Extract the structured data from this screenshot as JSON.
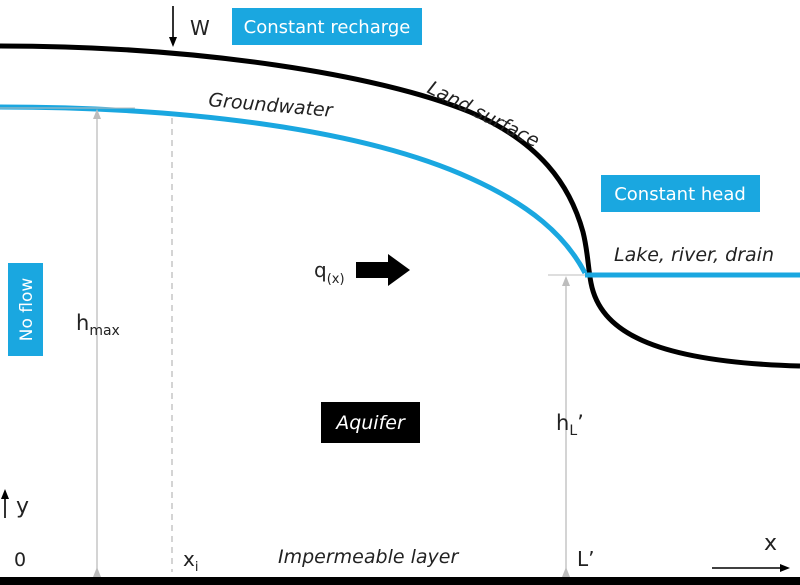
{
  "colors": {
    "groundwater": "#1aa7e0",
    "land": "#000000",
    "guide": "#bdbdbd",
    "box_blue": "#1aa7e0",
    "box_black": "#000000",
    "text": "#222222"
  },
  "labels": {
    "recharge_symbol": "W",
    "constant_recharge": "Constant recharge",
    "land_surface": "Land surface",
    "groundwater": "Groundwater",
    "constant_head": "Constant head",
    "lake_river_drain": "Lake, river, drain",
    "flux_q": "q",
    "flux_q_sub": "(x)",
    "no_flow": "No flow",
    "h_max": "h",
    "h_max_sub": "max",
    "aquifer": "Aquifer",
    "h_L": "h",
    "h_L_sub": "L",
    "h_L_prime": "’",
    "y_axis": "y",
    "origin": "0",
    "x_i": "x",
    "x_i_sub": "i",
    "impermeable": "Impermeable layer",
    "L_prime": "L’",
    "x_axis": "x"
  }
}
